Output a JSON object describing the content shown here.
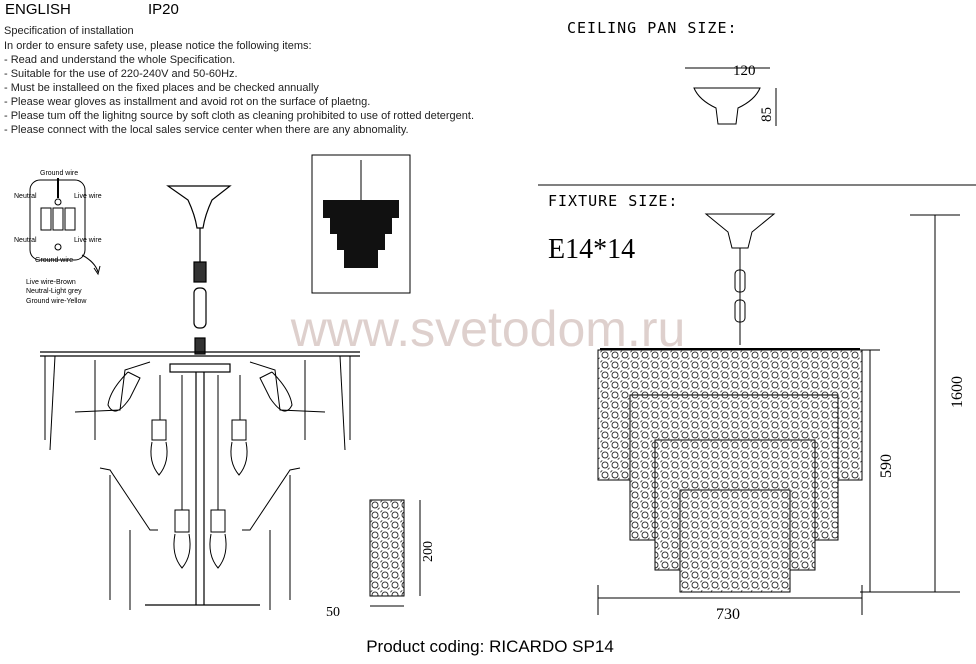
{
  "header": {
    "language": "ENGLISH",
    "ip_rating": "IP20"
  },
  "spec": {
    "title": "Specification of installation",
    "intro": "In order to ensure safety use, please notice the following items:",
    "items": [
      "- Read and understand the whole Specification.",
      "- Suitable for the use of 220-240V and 50-60Hz.",
      "- Must be installeed on the fixed places and be checked annually",
      "- Please wear gloves as installment and avoid rot on the surface of plaetng.",
      "- Please tum off the lighitng source by soft cloth as cleaning prohibited to use of rotted detergent.",
      "- Please connect with the local sales service center when there are any abnomality."
    ]
  },
  "wiring": {
    "ground_top": "Ground wire",
    "neutral_top": "Neutral",
    "live_top": "Live wire",
    "neutral_bottom": "Neutral",
    "live_bottom": "Live wire",
    "ground_bottom": "Ground wire",
    "legend": [
      "Live wire-Brown",
      "Neutral-Light grey",
      "Ground wire-Yellow"
    ]
  },
  "ceiling_pan": {
    "title": "CEILING PAN SIZE:",
    "width": "120",
    "height": "85"
  },
  "fixture": {
    "title": "FIXTURE SIZE:",
    "bulbs": "E14*14",
    "total_height": "1600",
    "body_height": "590",
    "width": "730"
  },
  "panel": {
    "height": "200",
    "width": "50"
  },
  "watermark": "www.svetodom.ru",
  "footer": {
    "product_coding": "Product coding: RICARDO SP14"
  }
}
